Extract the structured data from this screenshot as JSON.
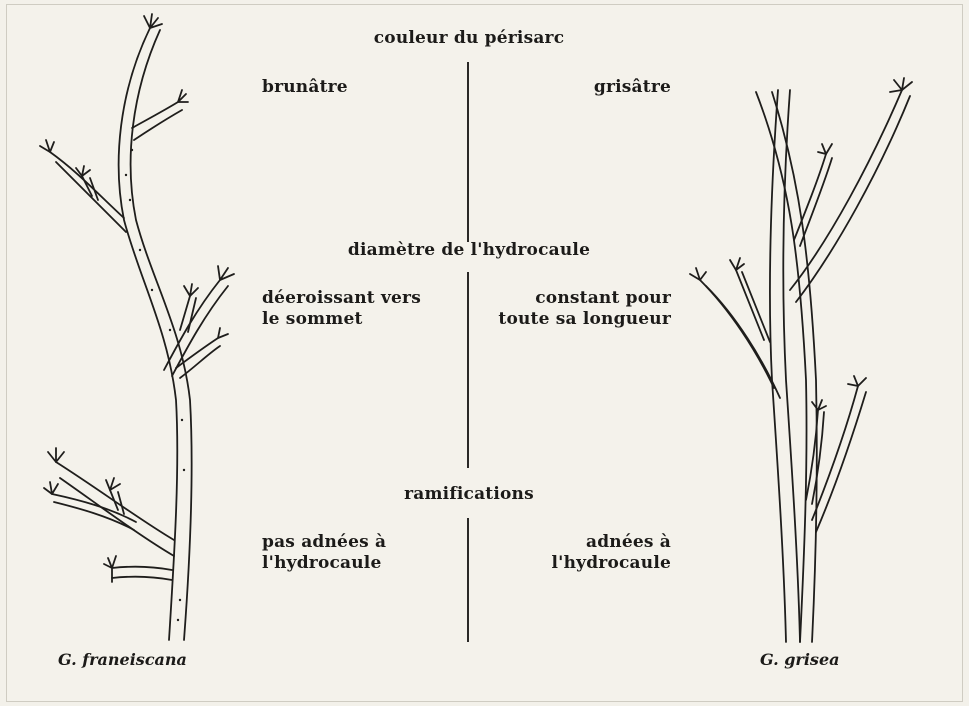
{
  "sections": [
    {
      "heading": "couleur du périsarc",
      "left": "brunâtre",
      "right": "grisâtre"
    },
    {
      "heading": "diamètre de l'hydrocaule",
      "left": "déeroissant vers\nle sommet",
      "right": "constant pour\ntoute sa longueur"
    },
    {
      "heading": "ramifications",
      "left": "pas adnées à\nl'hydrocaule",
      "right": "adnées à\nl'hydrocaule"
    }
  ],
  "captions": {
    "left_species": "G. franeiscana",
    "right_species": "G. grisea"
  },
  "colors": {
    "ink": "#1c1b19",
    "paper": "#f4f2eb"
  }
}
